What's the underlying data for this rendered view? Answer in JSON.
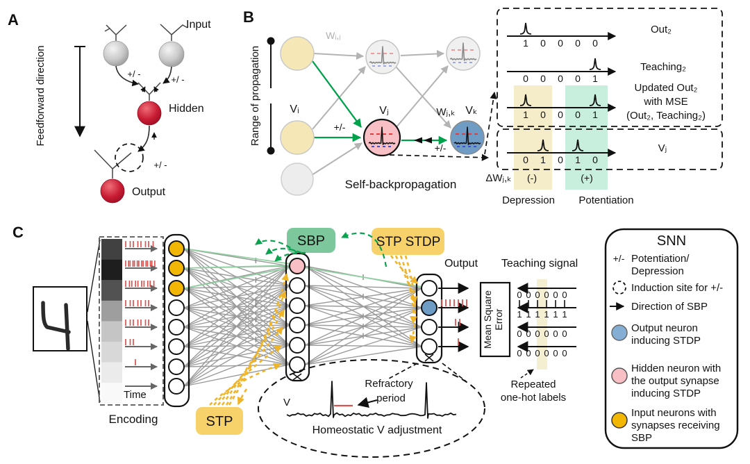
{
  "colors": {
    "badge_yellow": "#f7d26b",
    "badge_green": "#7cc89c",
    "input_yellow": "#f2b705",
    "pale_yellow": "#f6e8b6",
    "pale_gray": "#ededed",
    "pink": "#f8c0c4",
    "blue": "#6f9cc5",
    "legend_blue": "#85aed4",
    "green_arrow": "#00a14b",
    "yellow_arrow": "#f0b429",
    "spike_red": "#d9534f",
    "band_yellow": "#f5ecca",
    "band_green": "#c8eedd",
    "red_neuron": "#b41228"
  },
  "panelA": {
    "label": "A",
    "feedforward_direction": "Feedforward direction",
    "input": "Input",
    "hidden": "Hidden",
    "output": "Output",
    "pm_left": "+/ -",
    "pm_right": "+/ -",
    "pm_output": "+/ -"
  },
  "panelB": {
    "label": "B",
    "range_of_propagation": "Range of propagation",
    "w_ij": "Wᵢ,ⱼ",
    "v_i": "Vᵢ",
    "v_j": "Vⱼ",
    "w_jk": "Wⱼ,ₖ",
    "v_k": "Vₖ",
    "pm_hidden": "+/-",
    "pm_output": "+/-",
    "self_backpropagation": "Self-backpropagation",
    "delta_w": "ΔWⱼ,ₖ",
    "depression_sign": "(-)",
    "potentiation_sign": "(+)",
    "depression": "Depression",
    "potentiation": "Potentiation",
    "trains": [
      {
        "label": "Out₂",
        "digits": [
          "1",
          "0",
          "0",
          "0",
          "0"
        ]
      },
      {
        "label": "Teaching₂",
        "digits": [
          "0",
          "0",
          "0",
          "0",
          "1"
        ]
      },
      {
        "label1": "Updated Out₂",
        "label2": "with MSE",
        "label3": "(Out₂, Teaching₂)",
        "digits": [
          "1",
          "0",
          "0",
          "0",
          "1"
        ]
      },
      {
        "label": "Vⱼ",
        "digits": [
          "0",
          "1",
          "0",
          "1",
          "0"
        ]
      }
    ]
  },
  "panelC": {
    "label": "C",
    "encoding": "Encoding",
    "time": "Time",
    "stp_badge": "STP",
    "sbp_badge": "SBP",
    "stp_stdp_badge": "STP STDP",
    "output": "Output",
    "teaching_signal": "Teaching signal",
    "mse1": "Mean Square",
    "mse2": "Error",
    "repeated1": "Repeated",
    "repeated2": "one-hot labels",
    "v": "V",
    "refractory1": "Refractory",
    "refractory2": "period",
    "homeostatic": "Homeostatic V adjustment",
    "encoding_shades": [
      "#414141",
      "#1e1e1e",
      "#525252",
      "#9e9e9e",
      "#c5c5c5",
      "#d8d8d8",
      "#ebebeb",
      "#f9f9f9"
    ],
    "encoding_spike_counts": [
      8,
      14,
      10,
      7,
      7,
      3,
      1,
      0
    ],
    "output_spike_counts": [
      0,
      7,
      2,
      1
    ],
    "teaching_rows": [
      [
        "0",
        "0",
        "0",
        "0",
        "0",
        "0"
      ],
      [
        "1",
        "1",
        "1",
        "1",
        "1",
        "1"
      ],
      [
        "0",
        "0",
        "0",
        "0",
        "0",
        "0"
      ],
      [
        "0",
        "0",
        "0",
        "0",
        "0",
        "0"
      ]
    ]
  },
  "legend": {
    "title": "SNN",
    "pm_symbol": "+/-",
    "items": [
      {
        "lines": [
          "Potentiation/",
          "Depression"
        ]
      },
      {
        "lines": [
          "Induction site for +/-"
        ]
      },
      {
        "lines": [
          "Direction of SBP"
        ]
      },
      {
        "lines": [
          "Output neuron",
          "inducing STDP"
        ]
      },
      {
        "lines": [
          "Hidden neuron with",
          "the output synapse",
          "inducing STDP"
        ]
      },
      {
        "lines": [
          "Input neurons with",
          "synapses receiving",
          "SBP"
        ]
      }
    ]
  }
}
